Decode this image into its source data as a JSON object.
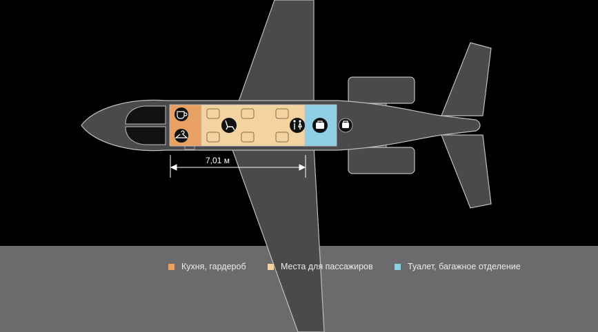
{
  "diagram": {
    "dimension_label": "7,01 м",
    "zones": [
      {
        "key": "galley",
        "color": "#e8a063"
      },
      {
        "key": "cabin",
        "color": "#f3d3a0"
      },
      {
        "key": "lavatory",
        "color": "#8fcfe6"
      }
    ],
    "icons": [
      "coffee-cup-icon",
      "hanger-icon",
      "reclining-seat-icon",
      "toilet-people-icon",
      "luggage-icon",
      "luggage-icon"
    ]
  },
  "legend": {
    "items": [
      {
        "label": "Кухня, гардероб",
        "color": "#e8a063"
      },
      {
        "label": "Места для пассажиров",
        "color": "#f3d3a0"
      },
      {
        "label": "Туалет, багажное отделение",
        "color": "#8fcfe6"
      }
    ]
  },
  "colors": {
    "background_top": "#000000",
    "background_bottom": "#6b6b6d",
    "airframe": "#4a4a4c",
    "outline": "#bfbfbf"
  }
}
